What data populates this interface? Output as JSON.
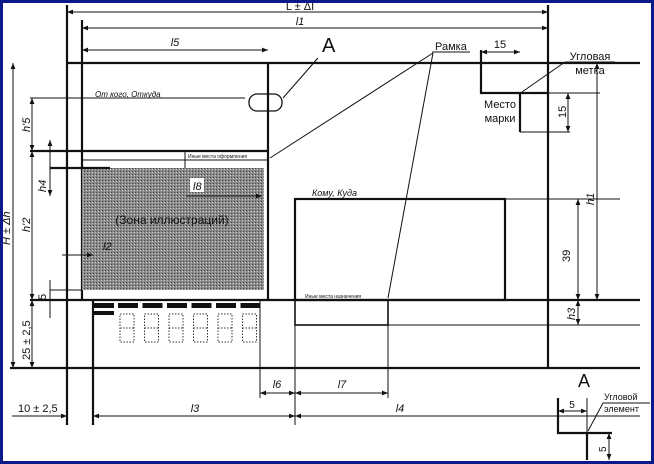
{
  "dims": {
    "L": "L ± ΔI",
    "l1": "l1",
    "l5": "l5",
    "l8": "l8",
    "l2": "l2",
    "l6": "l6",
    "l7": "l7",
    "l3": "l3",
    "l4": "l4",
    "H": "H ± Δh",
    "h5": "h'5",
    "h4": "h4",
    "h2": "h'2",
    "h1": "h1",
    "h3": "h3",
    "five_left": "5",
    "bottom_margin": "25 ± 2,5",
    "left_margin": "10 ± 2,5",
    "mark_width": "15",
    "mark_height": "15",
    "address_height": "39"
  },
  "labels": {
    "detail_ref": "A",
    "frame": "Рамка",
    "corner_mark_1": "Угловая",
    "corner_mark_2": "метка",
    "stamp_place_1": "Место",
    "stamp_place_2": "марки",
    "sender": "От кого, Откуда",
    "other_marks_top": "Иные места оформления",
    "illustration_zone": "(Зона иллюстраций)",
    "recipient": "Кому, Куда",
    "other_marks_bottom": "Иные места назначения"
  },
  "detail": {
    "title": "A",
    "label_1": "Угловой",
    "label_2": "элемент",
    "width": "5",
    "height": "5"
  }
}
